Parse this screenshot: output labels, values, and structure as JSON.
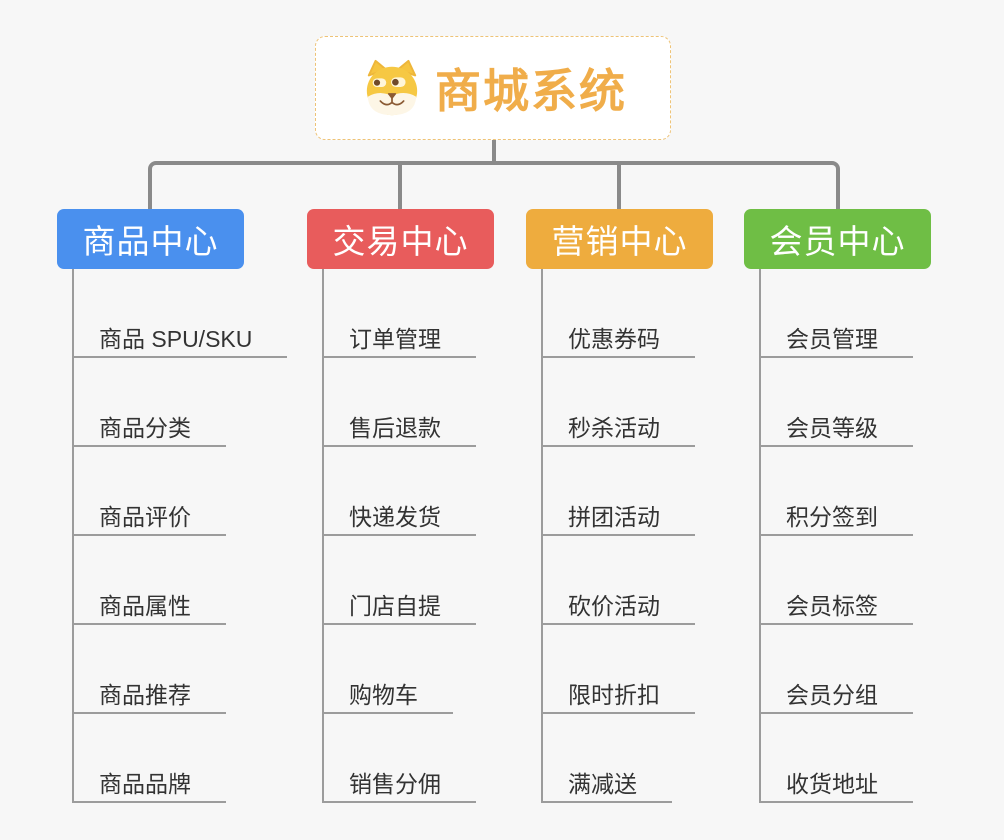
{
  "root": {
    "title": "商城系统"
  },
  "branches": [
    {
      "label": "商品中心",
      "color": "#4a90ee",
      "items": [
        "商品 SPU/SKU",
        "商品分类",
        "商品评价",
        "商品属性",
        "商品推荐",
        "商品品牌"
      ]
    },
    {
      "label": "交易中心",
      "color": "#e85c5c",
      "items": [
        "订单管理",
        "售后退款",
        "快递发货",
        "门店自提",
        "购物车",
        "销售分佣"
      ]
    },
    {
      "label": "营销中心",
      "color": "#eeac3e",
      "items": [
        "优惠券码",
        "秒杀活动",
        "拼团活动",
        "砍价活动",
        "限时折扣",
        "满减送"
      ]
    },
    {
      "label": "会员中心",
      "color": "#6fbe45",
      "items": [
        "会员管理",
        "会员等级",
        "积分签到",
        "会员标签",
        "会员分组",
        "收货地址"
      ]
    }
  ],
  "colors": {
    "background": "#f7f7f7",
    "connector_thick": "#8a8a8a",
    "connector_thin": "#9c9c9c",
    "root_border": "#eec377",
    "root_title": "#f0ad4a",
    "leaf_text": "#333333"
  }
}
